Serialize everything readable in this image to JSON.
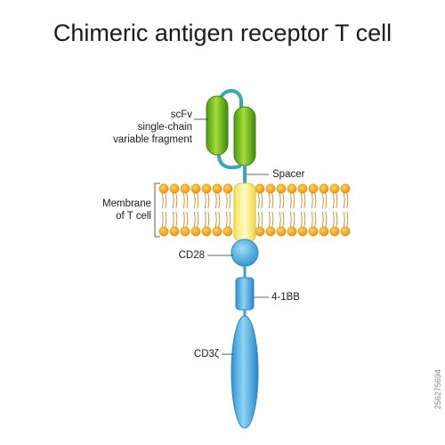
{
  "title": "Chimeric antigen receptor T cell",
  "labels": {
    "scfv": "scFv",
    "scfv_line2": "single-chain",
    "scfv_line3": "variable fragment",
    "spacer": "Spacer",
    "membrane": "Membrane",
    "membrane_line2": "of T cell",
    "cd28": "CD28",
    "bb": "4-1BB",
    "cd3": "CD3ζ"
  },
  "stock_id": "256275694",
  "colors": {
    "scfv_green": "#7bc11f",
    "lipid_head": "#f6a821",
    "transmembrane": "#fff27a",
    "domain_blue": "#4fb2e8"
  }
}
